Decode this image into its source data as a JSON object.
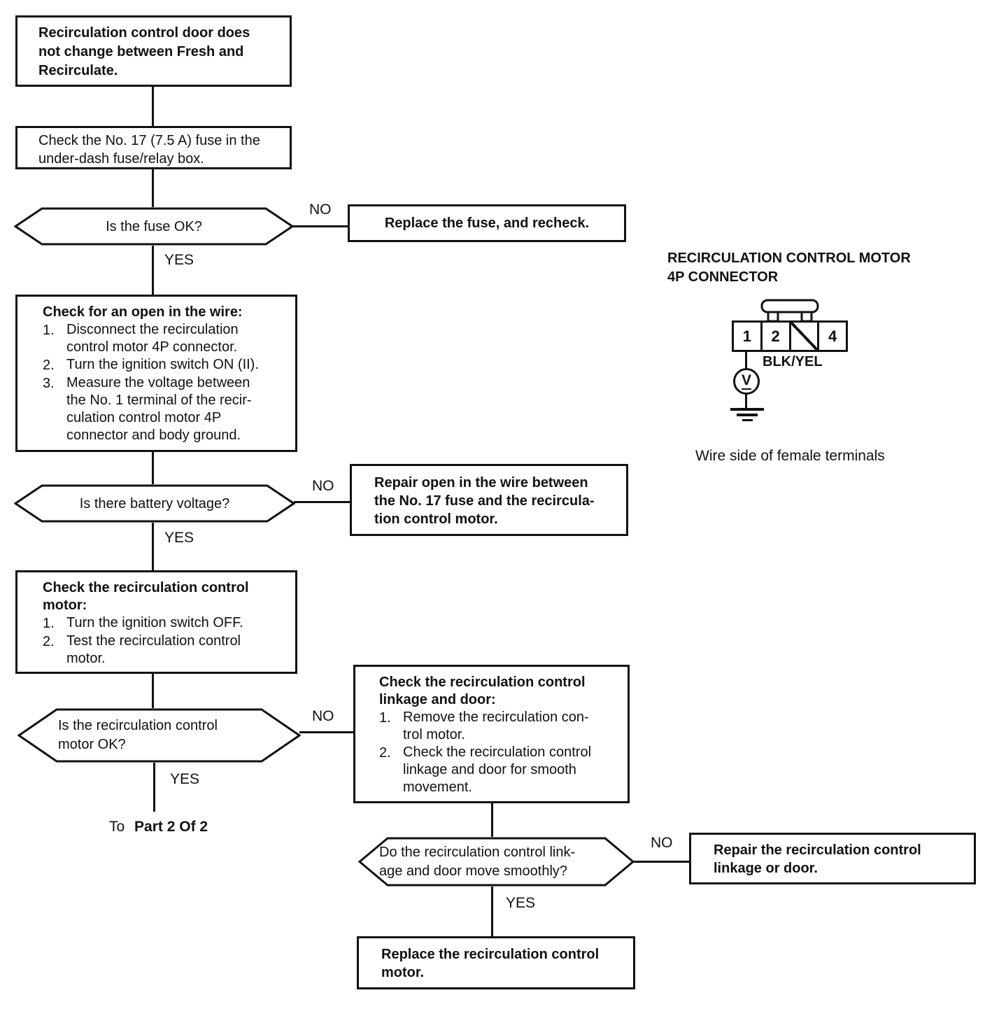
{
  "labels": {
    "no": "NO",
    "yes": "YES",
    "to": "To",
    "to_target": "Part 2 Of 2"
  },
  "nodes": {
    "start": {
      "lines": [
        "Recirculation control door does",
        "not change between Fresh and",
        "Recirculate."
      ]
    },
    "check_fuse": {
      "lines": [
        "Check the No. 17 (7.5 A) fuse in the",
        "under-dash fuse/relay box."
      ]
    },
    "is_fuse_ok": {
      "lines": [
        "Is the fuse OK?"
      ]
    },
    "replace_fuse": {
      "lines": [
        "Replace the fuse, and recheck."
      ]
    },
    "check_open_wire": {
      "title_lines": [
        "Check for an open in the wire:"
      ],
      "items": [
        {
          "num": "1.",
          "lines": [
            "Disconnect the recirculation",
            "control motor 4P connector."
          ]
        },
        {
          "num": "2.",
          "lines": [
            "Turn the ignition switch ON (II)."
          ]
        },
        {
          "num": "3.",
          "lines": [
            "Measure the voltage between",
            "the No. 1 terminal of the recir-",
            "culation control motor 4P",
            "connector and body ground."
          ]
        }
      ]
    },
    "is_battery_voltage": {
      "lines": [
        "Is there battery voltage?"
      ]
    },
    "repair_open": {
      "lines": [
        "Repair open in the wire between",
        "the No. 17 fuse and the recircula-",
        "tion control motor."
      ]
    },
    "check_motor": {
      "title_lines": [
        "Check the recirculation control",
        "motor:"
      ],
      "items": [
        {
          "num": "1.",
          "lines": [
            "Turn the ignition switch OFF."
          ]
        },
        {
          "num": "2.",
          "lines": [
            "Test the recirculation control",
            "motor."
          ]
        }
      ]
    },
    "is_motor_ok": {
      "lines": [
        "Is the recirculation control",
        "motor OK?"
      ]
    },
    "check_linkage": {
      "title_lines": [
        "Check the recirculation control",
        "linkage and door:"
      ],
      "items": [
        {
          "num": "1.",
          "lines": [
            "Remove the recirculation con-",
            "trol motor."
          ]
        },
        {
          "num": "2.",
          "lines": [
            "Check the recirculation control",
            "linkage and door for smooth",
            "movement."
          ]
        }
      ]
    },
    "do_linkage_move": {
      "lines": [
        "Do the recirculation control link-",
        "age and door move smoothly?"
      ]
    },
    "repair_linkage": {
      "lines": [
        "Repair the recirculation control",
        "linkage or door."
      ]
    },
    "replace_motor": {
      "lines": [
        "Replace the recirculation control",
        "motor."
      ]
    }
  },
  "connector": {
    "heading_lines": [
      "RECIRCULATION CONTROL MOTOR",
      "4P CONNECTOR"
    ],
    "terminals": [
      "1",
      "2",
      "",
      "4"
    ],
    "wire_color": "BLK/YEL",
    "meter": "V",
    "caption": "Wire side of female terminals"
  },
  "colors": {
    "ink": "#111111",
    "paper": "#ffffff"
  }
}
